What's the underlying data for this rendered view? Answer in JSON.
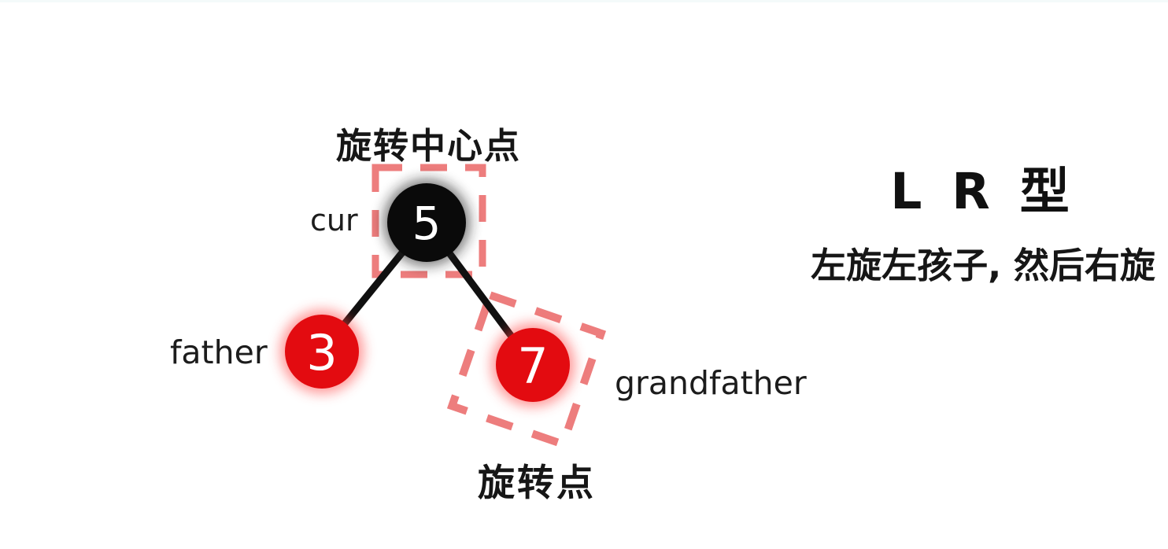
{
  "headline": {
    "title": "L R 型",
    "subtitle": "左旋左孩子, 然后右旋"
  },
  "tree": {
    "annotations": {
      "rotation_center": "旋转中心点",
      "rotation_point": "旋转点"
    },
    "nodes": [
      {
        "key": "cur",
        "value": "5",
        "label": "cur",
        "color": "#0a0a0a",
        "glow": "#1a1a1a",
        "text_color": "#ffffff"
      },
      {
        "key": "father",
        "value": "3",
        "label": "father",
        "color": "#e30b10",
        "glow": "#ff4040",
        "text_color": "#ffffff"
      },
      {
        "key": "grandfather",
        "value": "7",
        "label": "grandfather",
        "color": "#e30b10",
        "glow": "#ff4040",
        "text_color": "#ffffff"
      }
    ],
    "edges": [
      {
        "from": "5",
        "to": "3"
      },
      {
        "from": "5",
        "to": "7"
      }
    ],
    "colors": {
      "dash": "#ed7d7d",
      "edge": "#101010",
      "ink": "#1c1c1c",
      "background": "#ffffff"
    }
  }
}
